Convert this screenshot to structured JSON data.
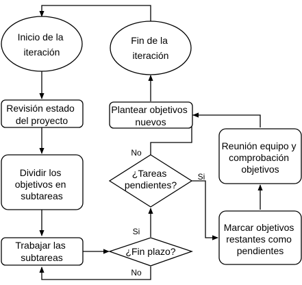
{
  "nodes": {
    "inicio": {
      "lines": [
        "Inicio de la",
        "iteración"
      ]
    },
    "fin": {
      "lines": [
        "Fin de la",
        "iteración"
      ]
    },
    "revision": {
      "lines": [
        "Revisión estado",
        "del proyecto"
      ]
    },
    "plantear": {
      "lines": [
        "Plantear objetivos",
        "nuevos"
      ]
    },
    "dividir": {
      "lines": [
        "Dividir los",
        "objetivos en",
        "subtareas"
      ]
    },
    "reunion": {
      "lines": [
        "Reunión equipo y",
        "comprobación",
        "objetivos"
      ]
    },
    "tareas": {
      "lines": [
        "¿Tareas",
        "pendientes?"
      ]
    },
    "marcar": {
      "lines": [
        "Marcar objetivos",
        "restantes como",
        "pendientes"
      ]
    },
    "trabajar": {
      "lines": [
        "Trabajar las",
        "subtareas"
      ]
    },
    "finplazo": {
      "lines": [
        "¿Fin plazo?"
      ]
    }
  },
  "edge_labels": {
    "tareas_no": "No",
    "tareas_si": "Si",
    "plazo_si": "Si",
    "plazo_no": "No"
  }
}
